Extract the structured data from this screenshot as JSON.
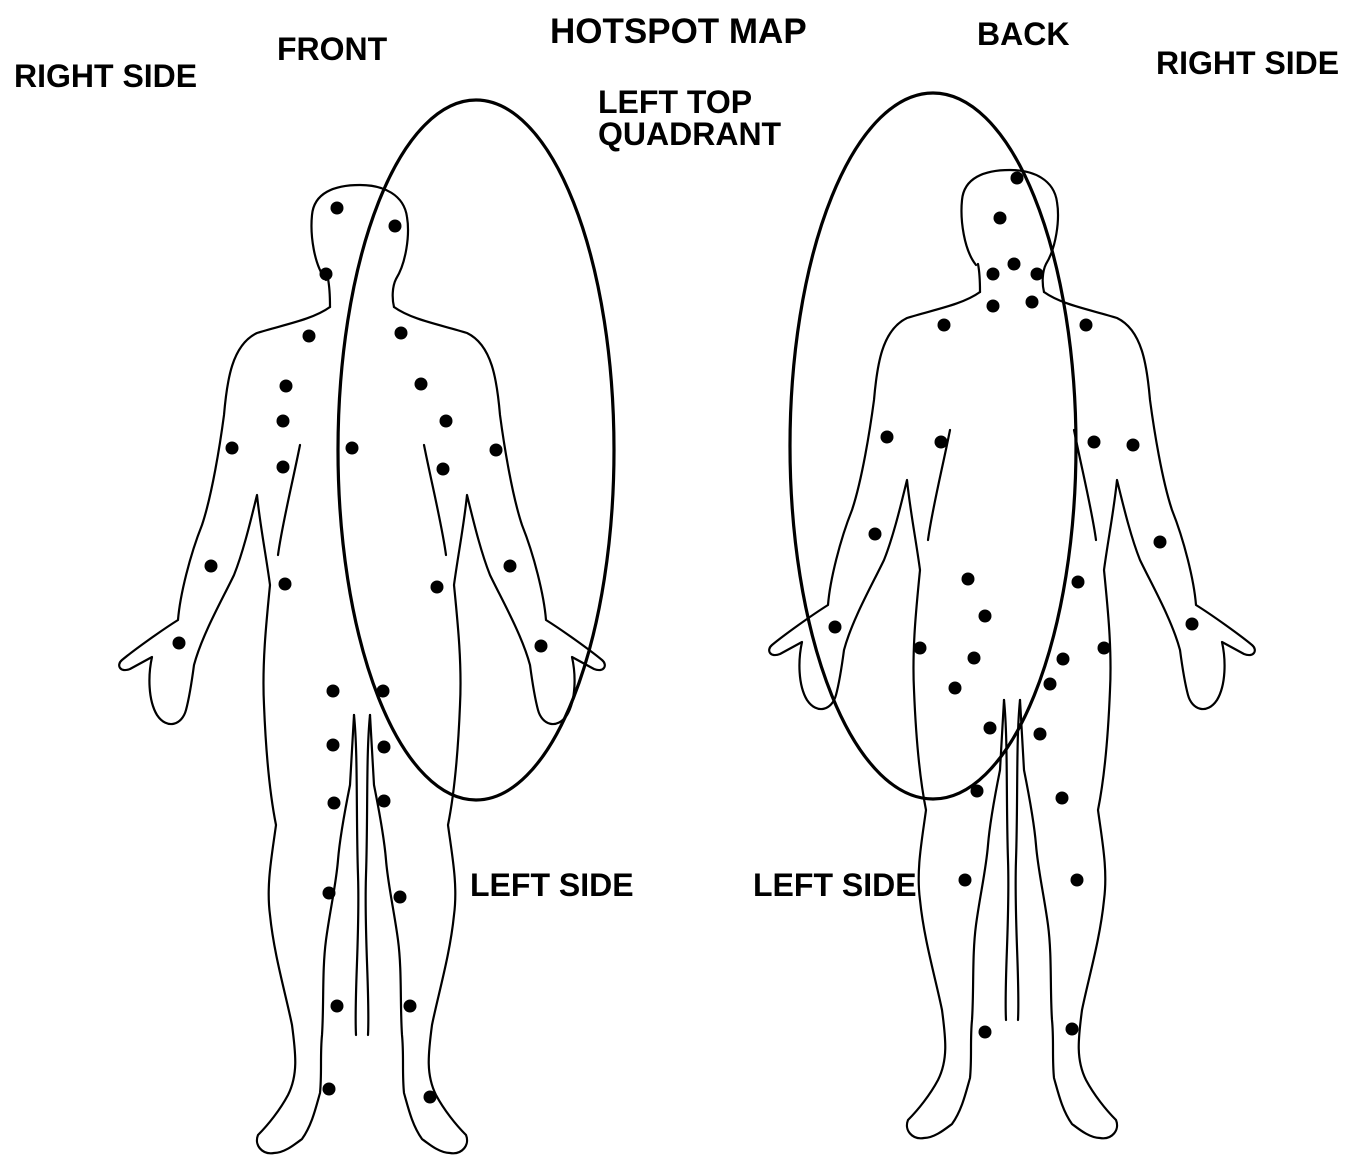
{
  "title": "HOTSPOT MAP",
  "views": {
    "front": {
      "label": "FRONT",
      "right_side": "RIGHT SIDE",
      "left_side": "LEFT SIDE"
    },
    "back": {
      "label": "BACK",
      "right_side": "RIGHT SIDE",
      "left_side": "LEFT SIDE"
    }
  },
  "quadrant_label": {
    "line1": "LEFT TOP",
    "line2": "QUADRANT"
  },
  "colors": {
    "outline": "#000000",
    "dots": "#000000",
    "background": "#ffffff"
  }
}
